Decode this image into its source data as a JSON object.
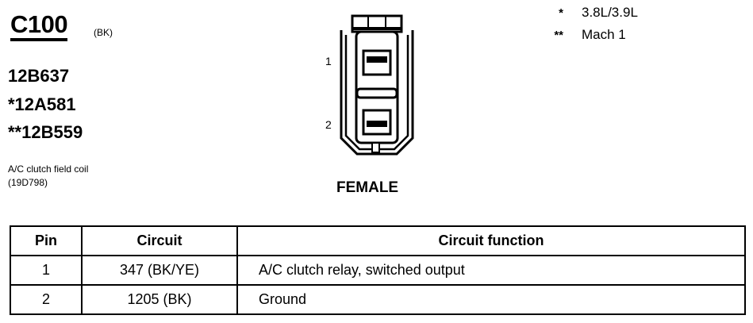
{
  "connector": {
    "id": "C100",
    "color": "(BK)",
    "parts": [
      "12B637",
      "*12A581",
      "**12B559"
    ],
    "description": [
      "A/C clutch field coil",
      "(19D798)"
    ],
    "gender": "FEMALE",
    "pin_labels": [
      "1",
      "2"
    ]
  },
  "legend": [
    {
      "symbol": "*",
      "text": "3.8L/3.9L"
    },
    {
      "symbol": "**",
      "text": "Mach 1"
    }
  ],
  "table": {
    "headers": [
      "Pin",
      "Circuit",
      "Circuit function"
    ],
    "rows": [
      [
        "1",
        "347 (BK/YE)",
        "A/C clutch relay, switched output"
      ],
      [
        "2",
        "1205 (BK)",
        "Ground"
      ]
    ]
  }
}
